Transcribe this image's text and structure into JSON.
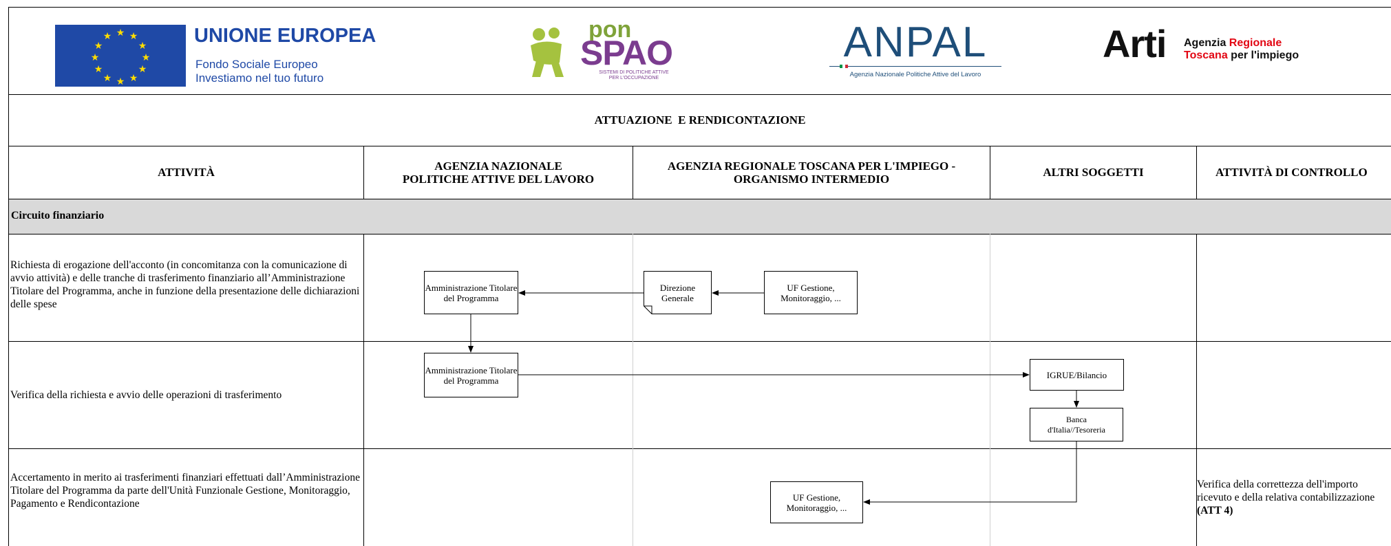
{
  "logos": {
    "eu": {
      "title": "UNIONE EUROPEA",
      "line1": "Fondo Sociale Europeo",
      "line2": "Investiamo nel tuo futuro",
      "flag_color": "#1f49a6",
      "star_color": "#ffdd00",
      "title_color": "#1f49a6"
    },
    "pon": {
      "pon": "pon",
      "spao": "SPAO",
      "sub1": "SISTEMI DI POLITICHE ATTIVE",
      "sub2": "PER L'OCCUPAZIONE",
      "pon_color": "#7fa33a",
      "spao_color": "#7b3c8f"
    },
    "anpal": {
      "title": "ANPAL",
      "subtitle": "Agenzia Nazionale Politiche Attive del Lavoro",
      "color": "#1e4e79"
    },
    "arti": {
      "title": "Arti",
      "l1a": "Agenzia ",
      "l1b": "Regionale",
      "l2a": "Toscana",
      "l2b": " per l'impiego",
      "red": "#e20613"
    }
  },
  "page_title": "ATTUAZIONE  E RENDICONTAZIONE",
  "columns": {
    "attivita": "ATTIVITÀ",
    "agenzia_nazionale_1": "AGENZIA NAZIONALE",
    "agenzia_nazionale_2": "POLITICHE ATTIVE DEL LAVORO",
    "agenzia_regionale_1": "AGENZIA REGIONALE TOSCANA PER L'IMPIEGO -",
    "agenzia_regionale_2": "ORGANISMO INTERMEDIO",
    "altri_soggetti": "ALTRI SOGGETTI",
    "controllo": "ATTIVITÀ DI CONTROLLO"
  },
  "section": "Circuito finanziario",
  "rows": [
    {
      "text": "Richiesta di erogazione dell'acconto (in concomitanza con la comunicazione di avvio attività) e delle tranche di trasferimento finanziario all’Amministrazione Titolare del Programma, anche in funzione della presentazione delle dichiarazioni delle spese",
      "control": ""
    },
    {
      "text": "Verifica della richiesta e avvio delle operazioni di trasferimento",
      "control": ""
    },
    {
      "text": "Accertamento in merito ai trasferimenti finanziari effettuati dall’Amministrazione Titolare del Programma da parte dell'Unità Funzionale Gestione, Monitoraggio, Pagamento e Rendicontazione",
      "control": "Verifica della correttezza dell'importo ricevuto e della relativa contabilizzazione",
      "control_ref": "(ATT 4)"
    }
  ],
  "flow": {
    "amm_1": "Amministrazione Titolare del Programma",
    "direzione": "Direzione Generale",
    "uf_1": "UF Gestione, Monitoraggio, ...",
    "amm_2": "Amministrazione Titolare del Programma",
    "igrue": "IGRUE/Bilancio",
    "banca": "Banca d'Italia//Tesoreria",
    "uf_2": "UF Gestione, Monitoraggio, ..."
  }
}
